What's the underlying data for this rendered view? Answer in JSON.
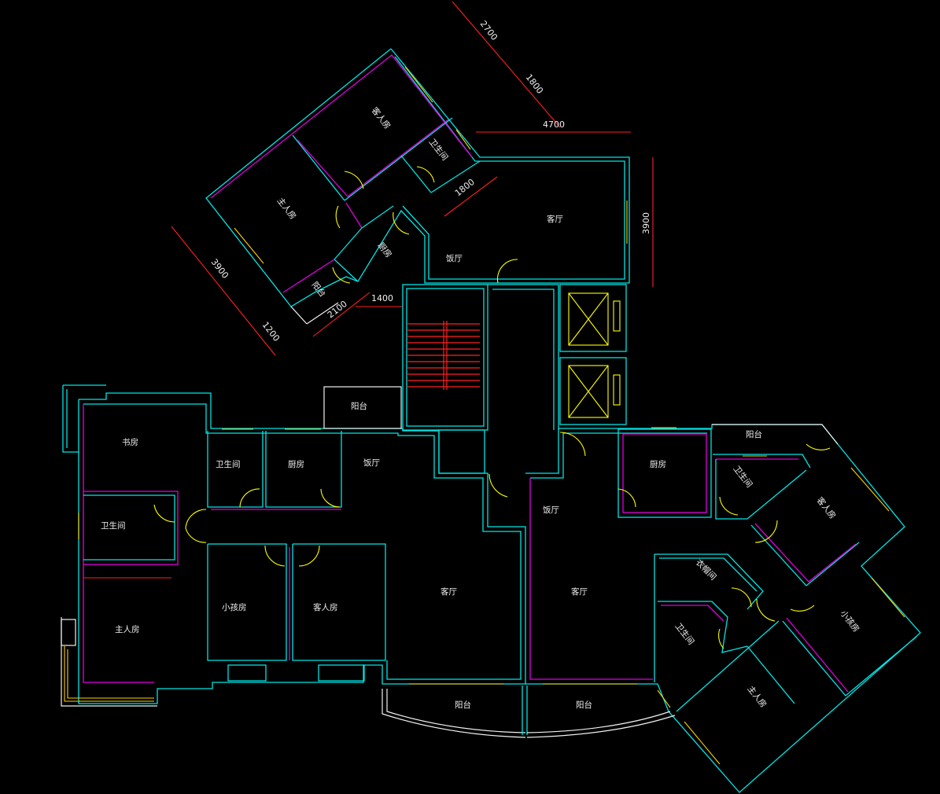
{
  "colors": {
    "background": "#000000",
    "wall_outer": "#00e5e5",
    "wall_inner": "#e000e0",
    "door": "#ffff00",
    "dimension": "#ff2020",
    "text": "#f0f0f0"
  },
  "dimensions": {
    "d2700": "2700",
    "d1800a": "1800",
    "d4700": "4700",
    "d1800b": "1800",
    "d3900a": "3900",
    "d3900b": "3900",
    "d1200": "1200",
    "d2100": "2100",
    "d1400": "1400"
  },
  "rooms": {
    "north_guest": "客人房",
    "north_bath": "卫生间",
    "north_master": "主人房",
    "north_kitchen": "厨房",
    "north_balcony": "阳台",
    "north_dining": "饭厅",
    "north_living": "客厅",
    "west_study": "书房",
    "west_bath1": "卫生间",
    "west_bath2": "卫生间",
    "west_kitchen": "厨房",
    "west_dining": "饭厅",
    "west_balcony_top": "阳台",
    "west_master": "主人房",
    "west_child": "小孩房",
    "west_guest": "客人房",
    "west_living": "客厅",
    "west_balcony_bottom": "阳台",
    "east_dining": "饭厅",
    "east_living": "客厅",
    "east_balcony_bottom": "阳台",
    "east_kitchen": "厨房",
    "east_balcony_top": "阳台",
    "east_bath1": "卫生间",
    "east_guest": "客人房",
    "east_storage": "衣帽间",
    "east_bath2": "卫生间",
    "east_child": "小孩房",
    "east_master": "主人房"
  }
}
